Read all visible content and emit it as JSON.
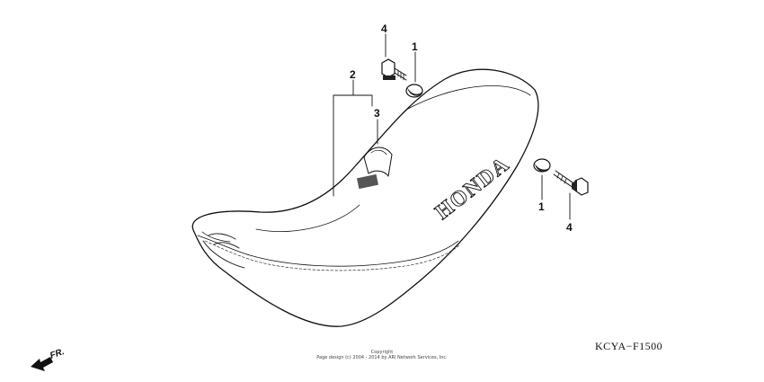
{
  "diagram": {
    "brand_mark": "HONDA",
    "callouts": [
      "1",
      "2",
      "3",
      "4"
    ],
    "direction_mark": "FR.",
    "diagram_code": "KCYA−F1500",
    "copyright": {
      "line1": "Copyright",
      "line2": "Page design (c) 2004 - 2014 by ARI Network Services, Inc."
    }
  }
}
